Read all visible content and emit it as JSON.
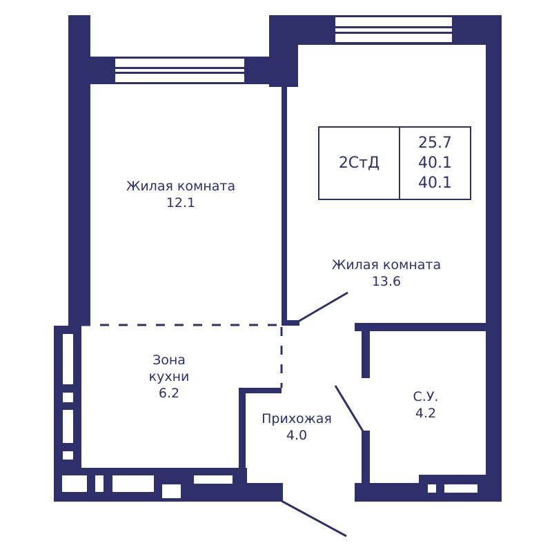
{
  "colors": {
    "wall": "#2e2f6b",
    "background": "#ffffff"
  },
  "badge": {
    "code": "2СтД",
    "areas": [
      "25.7",
      "40.1",
      "40.1"
    ]
  },
  "rooms": [
    {
      "id": "living-room-1",
      "name": "Жилая комната",
      "area": "12.1"
    },
    {
      "id": "living-room-2",
      "name": "Жилая комната",
      "area": "13.6"
    },
    {
      "id": "kitchen-zone",
      "name_line1": "Зона",
      "name_line2": "кухни",
      "area": "6.2"
    },
    {
      "id": "hallway",
      "name": "Прихожая",
      "area": "4.0"
    },
    {
      "id": "bathroom",
      "name": "С.У.",
      "area": "4.2"
    }
  ]
}
